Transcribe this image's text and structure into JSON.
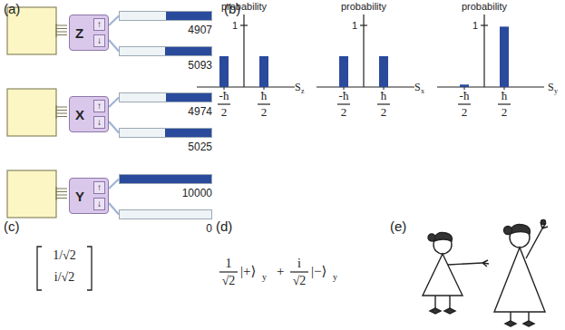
{
  "diagram": {
    "nodes": [
      {
        "text": [
          "Z",
          "↑",
          "↓"
        ]
      },
      {
        "text": [
          "4907"
        ]
      },
      {
        "text": [
          "5093"
        ]
      },
      {
        "text": [
          "X",
          "↑",
          "↓"
        ]
      },
      {
        "text": [
          "4974"
        ]
      },
      {
        "text": [
          "5025"
        ]
      },
      {
        "text": [
          "Y",
          "↑",
          "↓"
        ]
      },
      {
        "text": [
          "10000"
        ]
      },
      {
        "text": [
          "0"
        ]
      }
    ],
    "edges": [
      {
        "from": 0,
        "to": 1,
        "arrow": "none"
      },
      {
        "from": 0,
        "to": 2,
        "arrow": "none"
      },
      {
        "from": 3,
        "to": 4,
        "arrow": "none"
      },
      {
        "from": 3,
        "to": 5,
        "arrow": "none"
      },
      {
        "from": 6,
        "to": 7,
        "arrow": "none"
      },
      {
        "from": 6,
        "to": 8,
        "arrow": "none"
      }
    ],
    "labels": [
      "(a)",
      "(b)",
      "(c)",
      "(d)",
      "(e)",
      "probability",
      "1",
      "-ħ",
      "2",
      "ħ",
      "2",
      "S",
      "z",
      "probability",
      "1",
      "-ħ",
      "2",
      "ħ",
      "2",
      "S",
      "x",
      "probability",
      "1",
      "-ħ",
      "2",
      "ħ",
      "2",
      "S",
      "y",
      "1/√2",
      "i/√2",
      "1",
      "√2",
      "|+⟩",
      "y",
      "+",
      "i",
      "√2",
      "|−⟩",
      "y"
    ]
  }
}
